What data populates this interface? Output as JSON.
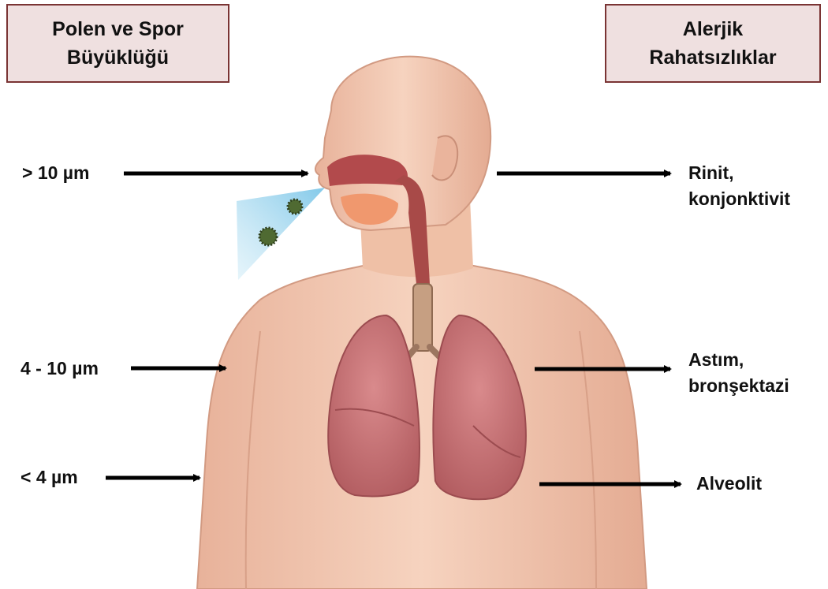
{
  "headers": {
    "left": [
      "Polen ve Spor",
      "Büyüklüğü"
    ],
    "right": [
      "Alerjik",
      "Rahatsızlıklar"
    ]
  },
  "size_labels": [
    "> 10 µm",
    "4 - 10 µm",
    "< 4 µm"
  ],
  "disorder_labels": {
    "upper": [
      "Rinit,",
      "konjonktivit"
    ],
    "middle": [
      "Astım,",
      "bronşektazi"
    ],
    "lower": [
      "Alveolit"
    ]
  },
  "colors": {
    "header_fill": "#efe0e0",
    "header_border": "#7a3434",
    "skin": "#f0c4ac",
    "lung": "#c76a6e",
    "airway": "#a84a48",
    "spray": "#9fd4ec",
    "arrow": "#000000"
  }
}
